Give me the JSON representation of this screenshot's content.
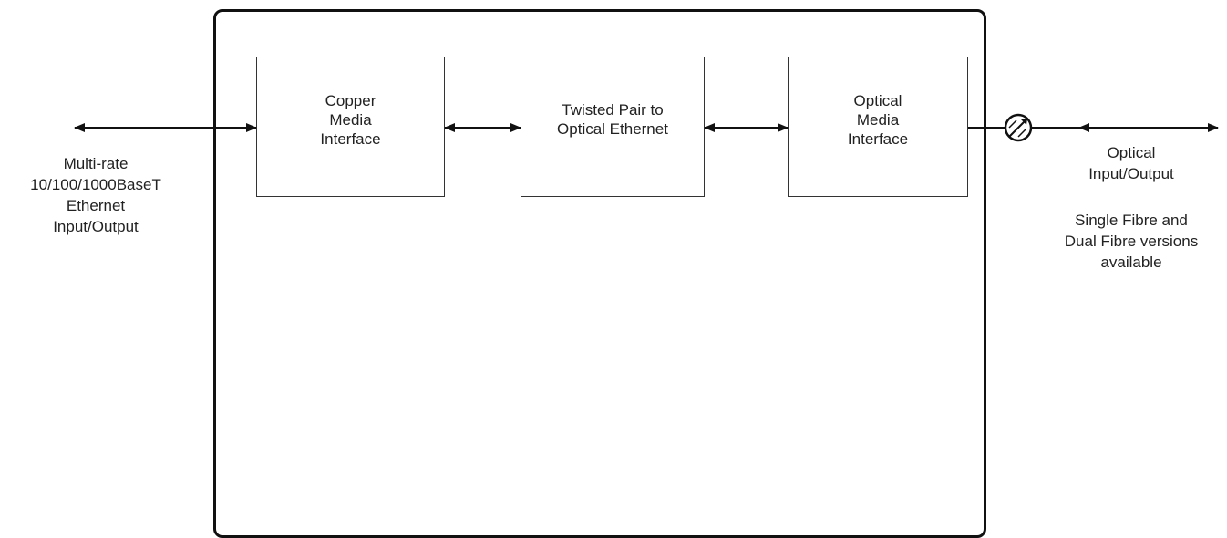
{
  "blocks": {
    "copper": "Copper\nMedia\nInterface",
    "converter": "Twisted Pair to\nOptical Ethernet",
    "optical": "Optical\nMedia\nInterface"
  },
  "labels": {
    "left_io": "Multi-rate\n10/100/1000BaseT\nEthernet\nInput/Output",
    "right_io": "Optical\nInput/Output",
    "versions": "Single Fibre and\nDual Fibre versions\navailable"
  },
  "colors": {
    "line": "#111111",
    "box_border": "#333333"
  }
}
